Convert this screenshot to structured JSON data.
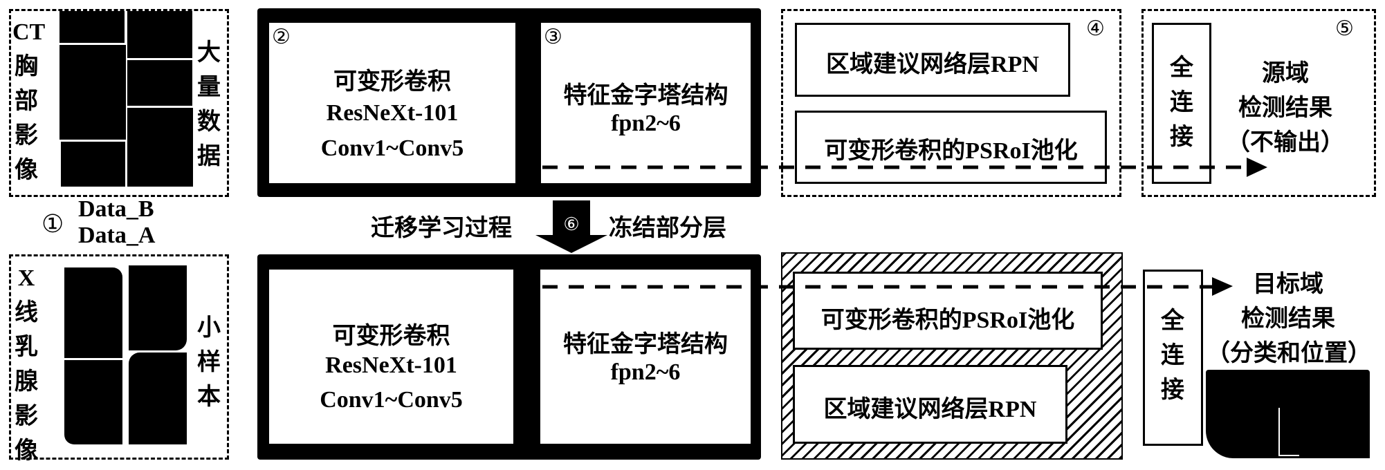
{
  "source_input": {
    "label_left": "CT胸部影像",
    "label_right": "大量数据",
    "dataset_name": "Data_B"
  },
  "step1_label": "①",
  "target_input": {
    "label_left": "X线乳腺影像",
    "label_right": "小样本",
    "dataset_name": "Data_A"
  },
  "backbone": {
    "step": "②",
    "line1": "可变形卷积",
    "line2": "ResNeXt-101",
    "line3": "Conv1~Conv5"
  },
  "fpn": {
    "step": "③",
    "line1": "特征金字塔结构",
    "line2": "fpn2~6"
  },
  "rpn_block": {
    "step": "④",
    "rpn": "区域建议网络层RPN",
    "psroi": "可变形卷积的PSRoI池化"
  },
  "source_output": {
    "step": "⑤",
    "fc": "全连接",
    "line1": "源域",
    "line2": "检测结果",
    "line3": "（不输出）"
  },
  "transfer": {
    "step": "⑥",
    "left_text": "迁移学习过程",
    "right_text": "冻结部分层"
  },
  "target_output": {
    "fc": "全连接",
    "line1": "目标域",
    "line2": "检测结果",
    "line3": "（分类和位置）"
  }
}
